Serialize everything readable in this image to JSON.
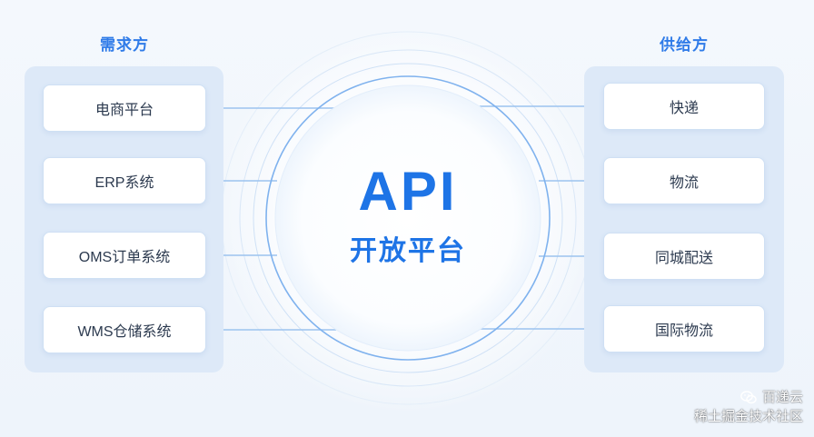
{
  "demand_side": {
    "title": "需求方",
    "items": [
      "电商平台",
      "ERP系统",
      "OMS订单系统",
      "WMS仓储系统"
    ]
  },
  "supply_side": {
    "title": "供给方",
    "items": [
      "快递",
      "物流",
      "同城配送",
      "国际物流"
    ]
  },
  "hub": {
    "title": "API",
    "subtitle": "开放平台"
  },
  "watermark": {
    "brand": "百递云",
    "community": "稀土掘金技术社区",
    "icon": "wechat-icon"
  },
  "colors": {
    "accent": "#1e74e6",
    "panel": "#dde9f8",
    "node_bg": "#ffffff",
    "node_text": "#2c3a4f",
    "ring": "#7fb2ee"
  }
}
